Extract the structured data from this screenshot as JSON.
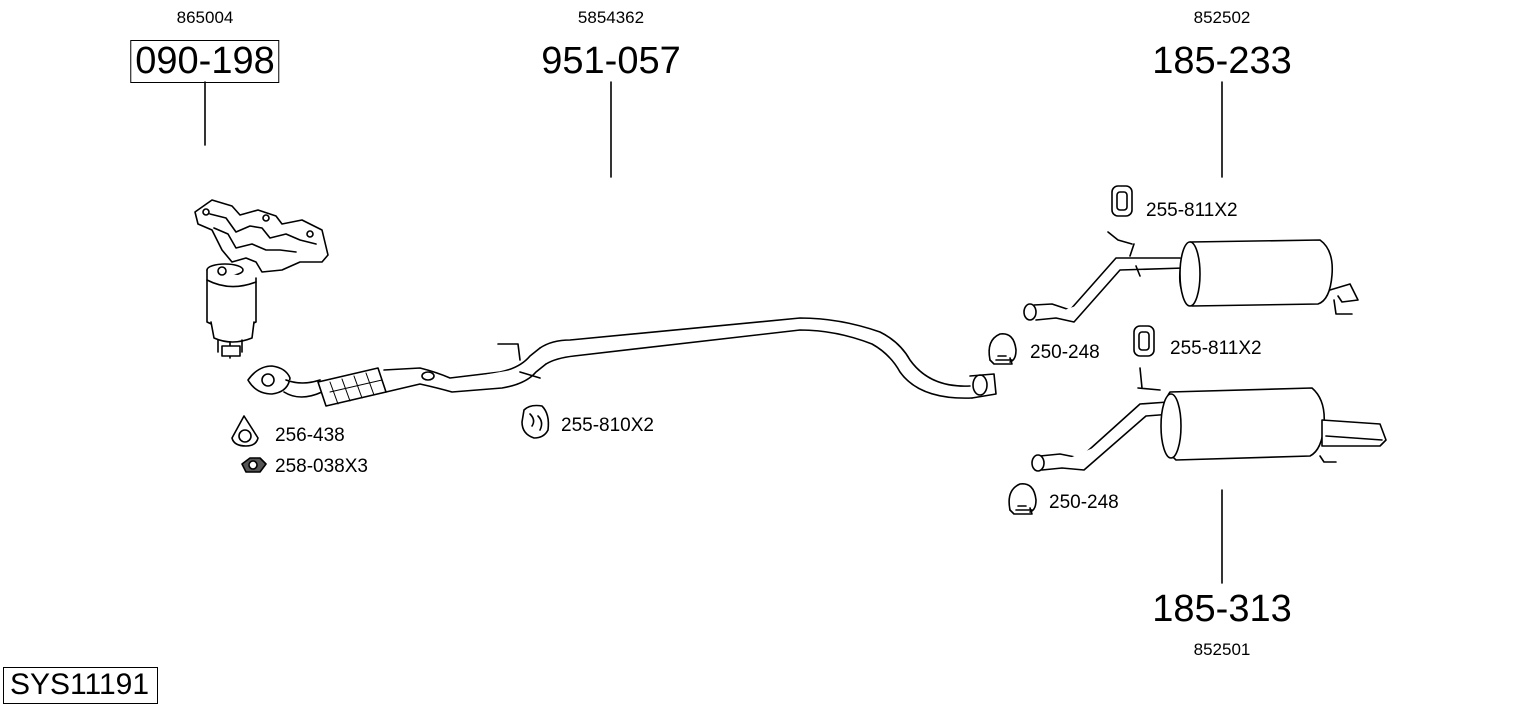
{
  "diagram": {
    "system_id": "SYS11191",
    "parts": [
      {
        "code": "865004",
        "number": "090-198",
        "boxed": true,
        "depicts": "catalytic-converter"
      },
      {
        "code": "5854362",
        "number": "951-057",
        "boxed": false,
        "depicts": "exhaust-pipe"
      },
      {
        "code": "852502",
        "number": "185-233",
        "boxed": false,
        "depicts": "rear-muffler-upper"
      },
      {
        "code": "852501",
        "number": "185-313",
        "boxed": false,
        "depicts": "rear-muffler-lower"
      }
    ],
    "accessories": [
      {
        "label": "256-438",
        "icon": "gasket-icon"
      },
      {
        "label": "258-038X3",
        "icon": "nut-icon"
      },
      {
        "label": "255-810X2",
        "icon": "rubber-hanger-icon"
      },
      {
        "label": "250-248",
        "icon": "clamp-icon"
      },
      {
        "label": "255-811X2",
        "icon": "rubber-hanger-icon"
      },
      {
        "label": "255-811X2",
        "icon": "rubber-hanger-icon"
      },
      {
        "label": "250-248",
        "icon": "clamp-icon"
      }
    ]
  }
}
